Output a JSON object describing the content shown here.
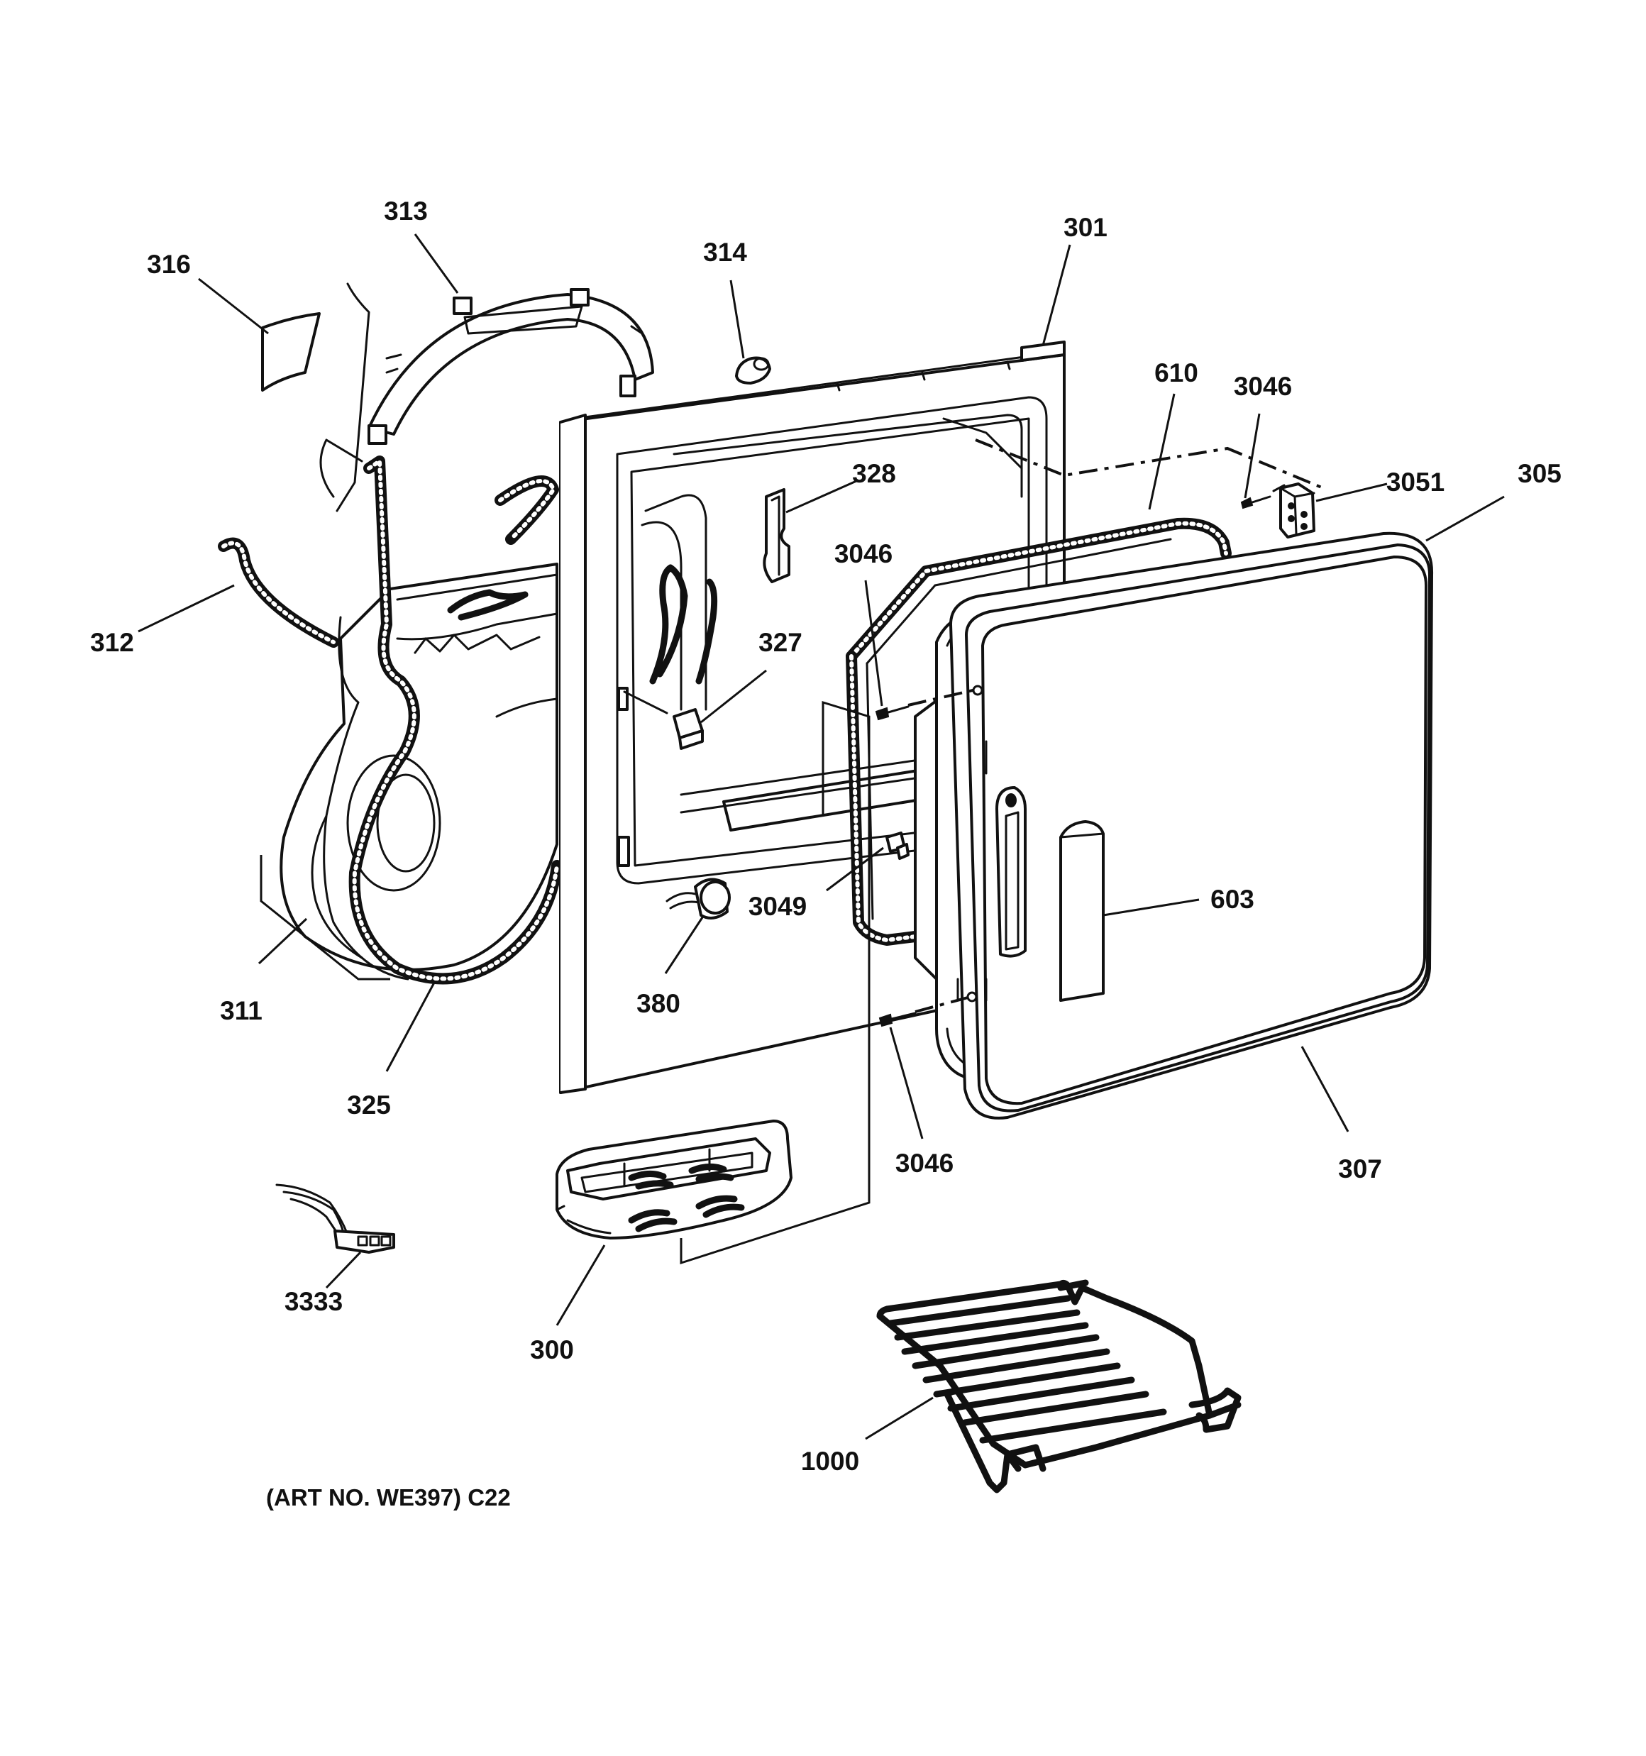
{
  "callouts": {
    "c313": "313",
    "c316": "316",
    "c314": "314",
    "c301": "301",
    "c610": "610",
    "c3046_top": "3046",
    "c305": "305",
    "c3051": "3051",
    "c328": "328",
    "c3046_mid": "3046",
    "c312": "312",
    "c327": "327",
    "c603": "603",
    "c3049": "3049",
    "c380": "380",
    "c311": "311",
    "c325": "325",
    "c3046_low": "3046",
    "c307": "307",
    "c3333": "3333",
    "c300": "300",
    "c1000": "1000"
  },
  "art_number": "(ART NO. WE397) C22"
}
